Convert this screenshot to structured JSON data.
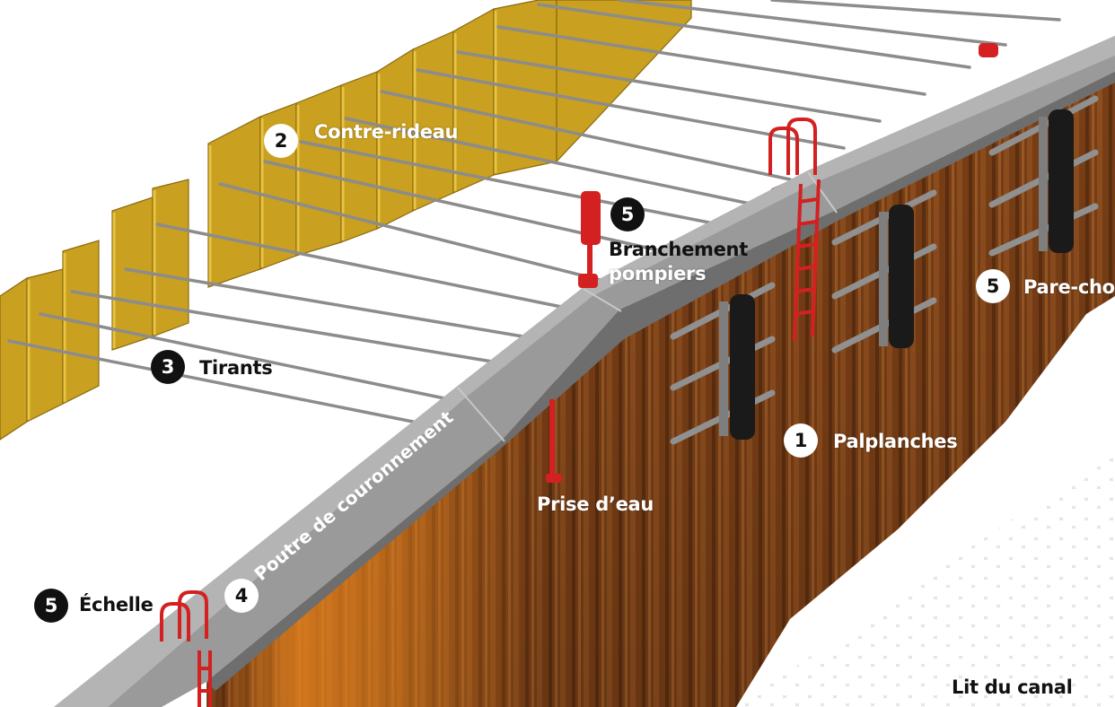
{
  "labels": {
    "palplanches": {
      "number": "1",
      "text": "Palplanches"
    },
    "contre_rideau": {
      "number": "2",
      "text": "Contre-rideau"
    },
    "tirants": {
      "number": "3",
      "text": "Tirants"
    },
    "poutre": {
      "number": "4",
      "text": "Poutre de couronnement"
    },
    "branchement": {
      "number": "5",
      "line1": "Branchement",
      "line2": "pompiers"
    },
    "pare_choc": {
      "number": "5",
      "text": "Pare-choc"
    },
    "echelle": {
      "number": "5",
      "text": "Échelle"
    },
    "prise_eau": {
      "text": "Prise d’eau"
    },
    "lit_canal": {
      "text": "Lit du canal"
    }
  },
  "colors": {
    "sheet_pile": "#7a3f16",
    "sheet_pile_highlight": "#e8821c",
    "counter_wall": "#c9a020",
    "capping_beam": "#8a8a8a",
    "tie_rod": "#8c8c8c",
    "equipment": "#d42020",
    "fender": "#1a1a1a"
  }
}
